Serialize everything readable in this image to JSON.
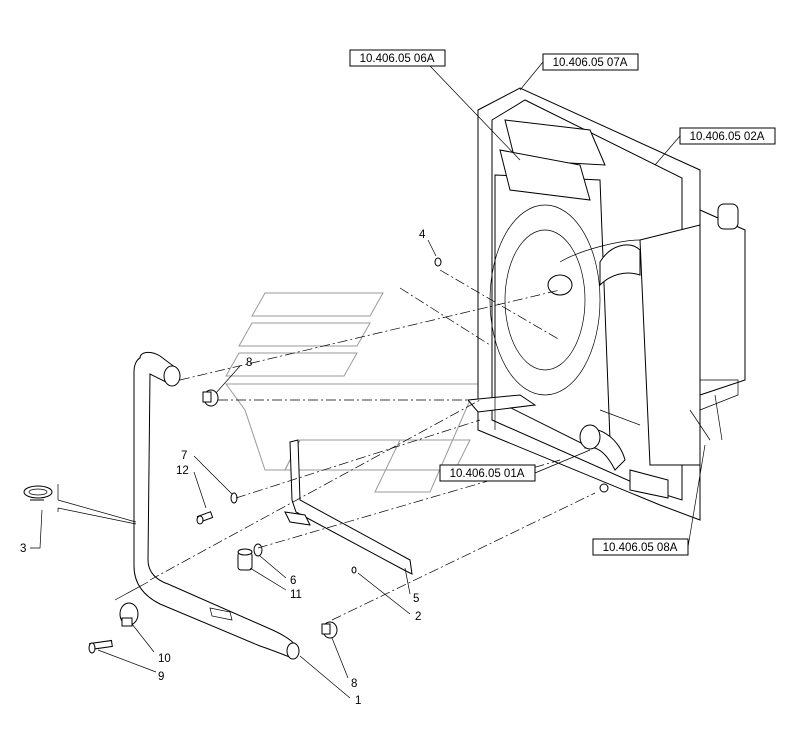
{
  "references": [
    {
      "id": "ref-06a",
      "label": "10.406.05 06A"
    },
    {
      "id": "ref-07a",
      "label": "10.406.05 07A"
    },
    {
      "id": "ref-02a",
      "label": "10.406.05 02A"
    },
    {
      "id": "ref-01a",
      "label": "10.406.05 01A"
    },
    {
      "id": "ref-08a",
      "label": "10.406.05 08A"
    }
  ],
  "callouts": {
    "c1": "1",
    "c2": "2",
    "c3": "3",
    "c4": "4",
    "c5": "5",
    "c6": "6",
    "c7": "7",
    "c8a": "8",
    "c8b": "8",
    "c9": "9",
    "c10": "10",
    "c11": "11",
    "c12": "12"
  }
}
